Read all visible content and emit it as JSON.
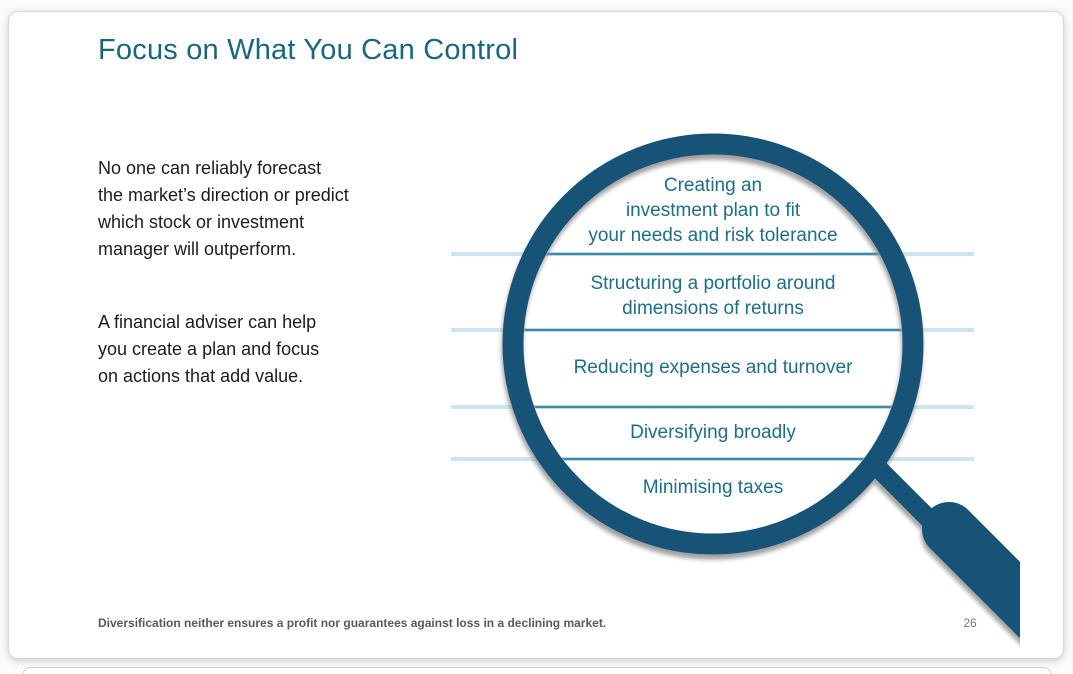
{
  "slide": {
    "title": "Focus on What You Can Control",
    "paragraphs": [
      {
        "text": "No one can reliably forecast\nthe market’s direction or predict\nwhich stock or investment\nmanager will outperform."
      },
      {
        "text": "A financial adviser can help\nyou create a plan and focus\non actions that add value."
      }
    ],
    "magnifier": {
      "graphic": "magnifying-glass-over-ruled-lines",
      "items": [
        {
          "lines": [
            "Creating an",
            "investment plan to fit",
            "your needs and risk tolerance"
          ]
        },
        {
          "lines": [
            "Structuring a portfolio around",
            "dimensions of returns"
          ]
        },
        {
          "lines": [
            "Reducing expenses and turnover"
          ]
        },
        {
          "lines": [
            "Diversifying broadly"
          ]
        },
        {
          "lines": [
            "Minimising taxes"
          ]
        }
      ]
    },
    "footnote": "Diversification neither ensures a profit nor guarantees against loss in a declining market.",
    "page_number": "26",
    "colors": {
      "title_teal": "#19667F",
      "item_text_teal": "#1F6E89",
      "magnifier_blue": "#155377",
      "light_rule_blue": "#CBE6F0",
      "inner_divider_teal": "#4189A2",
      "shadow_gray": "#8F8F8F",
      "footnote_gray": "#58595B"
    }
  }
}
